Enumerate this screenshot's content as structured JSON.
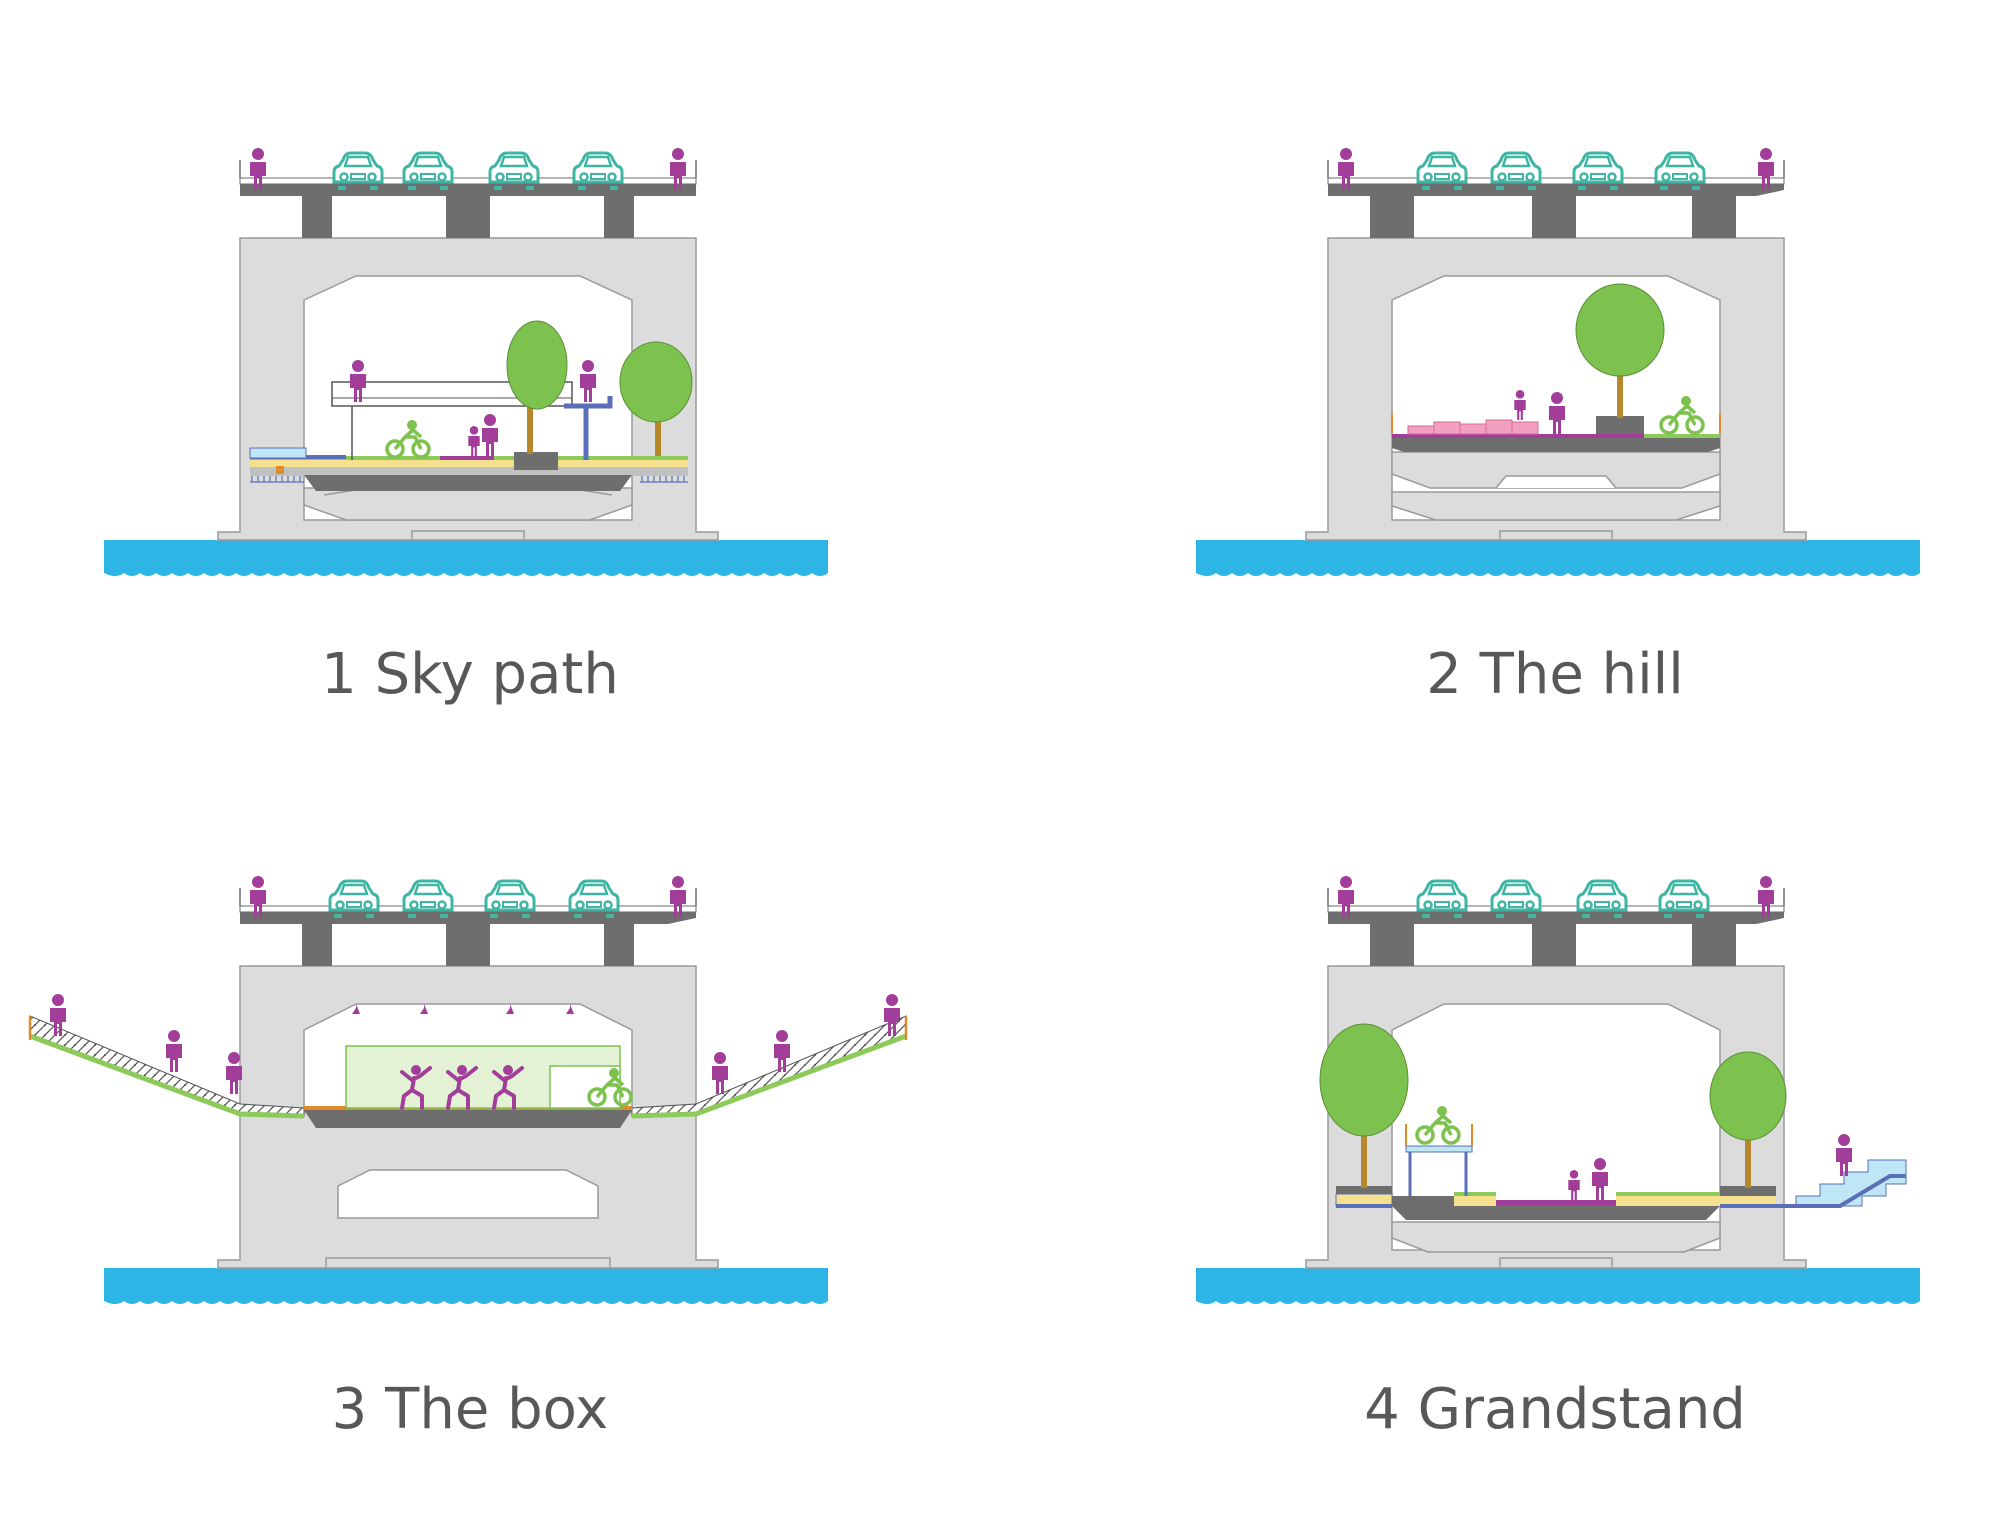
{
  "panels": [
    {
      "number": "1",
      "title": "Sky path"
    },
    {
      "number": "2",
      "title": "The hill"
    },
    {
      "number": "3",
      "title": "The box"
    },
    {
      "number": "4",
      "title": "Grandstand"
    }
  ],
  "colors": {
    "concrete": "#dcdcdc",
    "concrete_edge": "#9a9a9a",
    "deck": "#6e6e6e",
    "water": "#2db5e6",
    "tree": "#7dc24e",
    "trunk": "#b7872c",
    "person": "#a23d99",
    "car": "#3fb6a3",
    "bike": "#7dc24e",
    "platform_yellow": "#f5e08e",
    "platform_green": "#8ccb5a",
    "steel_blue": "#5b6fb8",
    "glass": "#bfe6f5",
    "pink_steps": "#f2a0bf",
    "box_green": "#e3f2d5"
  },
  "icons": [
    "person-icon",
    "car-icon",
    "bicycle-icon",
    "tree-icon",
    "dancer-icon",
    "spotlight-icon"
  ]
}
